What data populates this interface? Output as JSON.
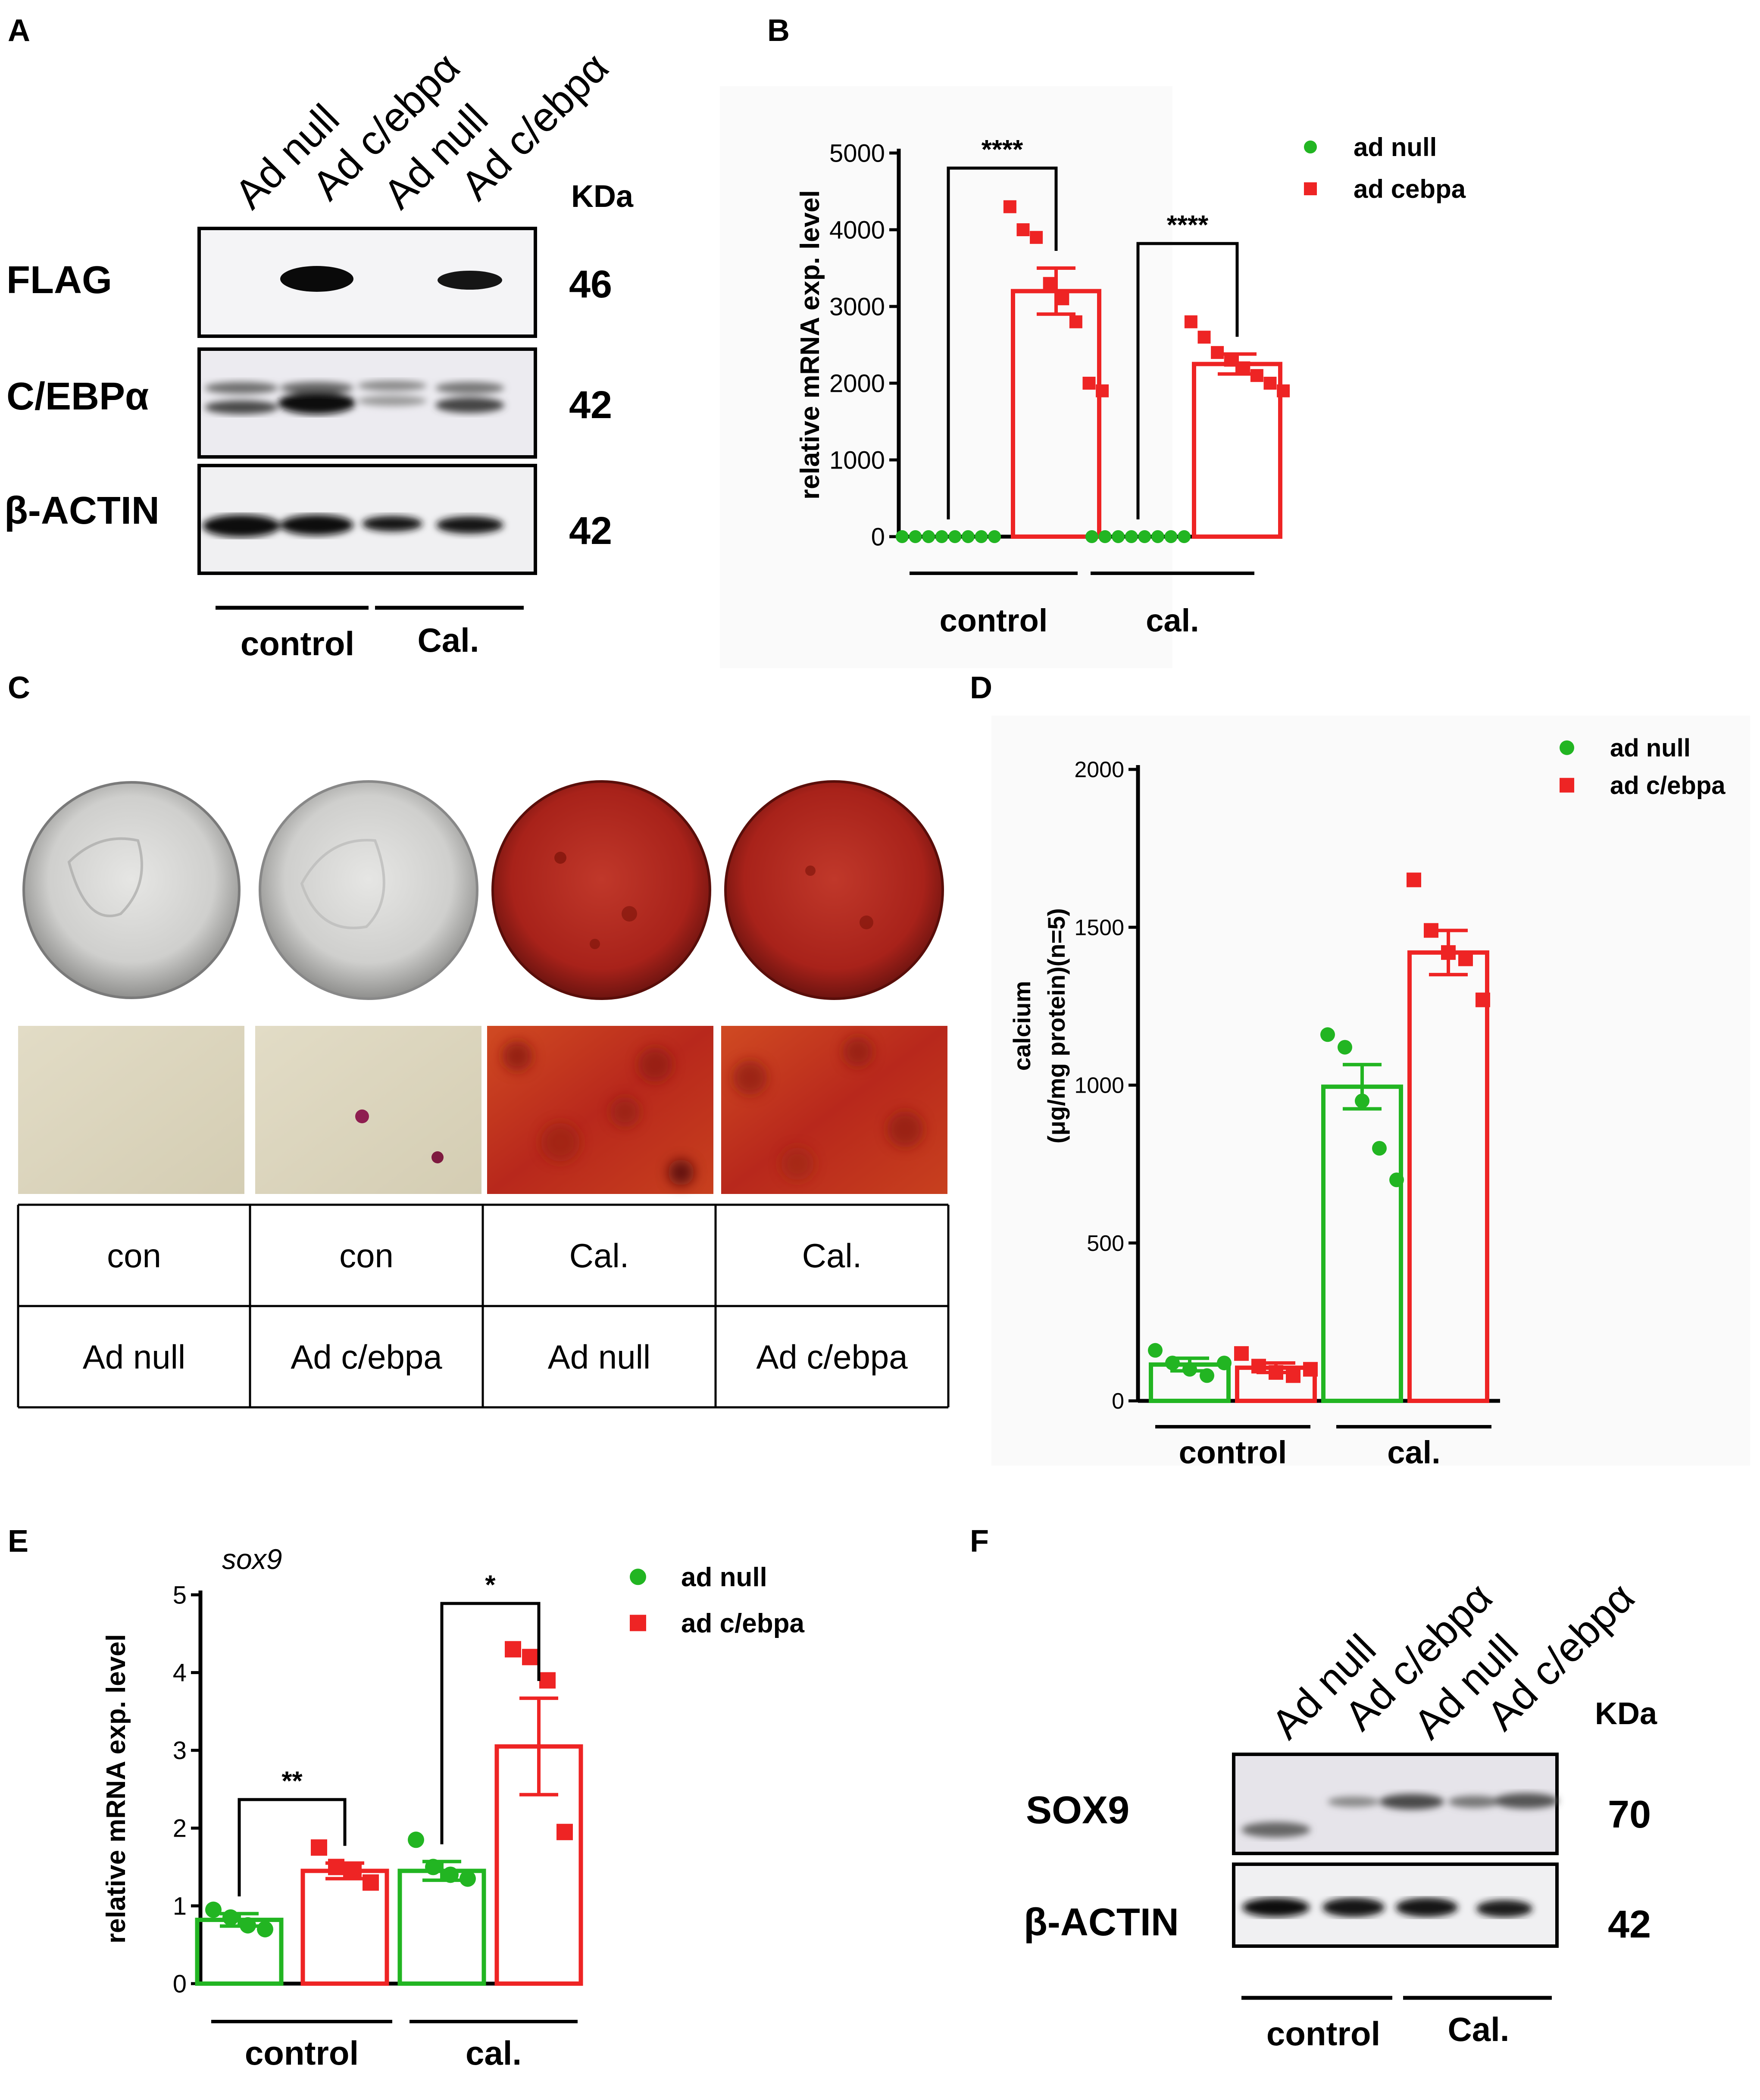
{
  "colors": {
    "null": "#22b522",
    "cebpa": "#ee2424"
  },
  "panels": {
    "A": {
      "letter": "A",
      "lanes": [
        "Ad null",
        "Ad c/ebpα",
        "Ad null",
        "Ad c/ebpα"
      ],
      "kda_label": "KDa",
      "bands": [
        {
          "name": "FLAG",
          "kda": "46"
        },
        {
          "name": "C/EBPα",
          "kda": "42"
        },
        {
          "name": "β-ACTIN",
          "kda": "42"
        }
      ],
      "groups": [
        "control",
        "Cal."
      ]
    },
    "B": {
      "letter": "B"
    },
    "C": {
      "letter": "C",
      "table_row1": [
        "con",
        "con",
        "Cal.",
        "Cal."
      ],
      "table_row2": [
        "Ad null",
        "Ad c/ebpa",
        "Ad null",
        "Ad c/ebpa"
      ]
    },
    "D": {
      "letter": "D"
    },
    "E": {
      "letter": "E"
    },
    "F": {
      "letter": "F",
      "lanes": [
        "Ad null",
        "Ad c/ebpα",
        "Ad null",
        "Ad c/ebpα"
      ],
      "kda_label": "KDa",
      "bands": [
        {
          "name": "SOX9",
          "kda": "70"
        },
        {
          "name": "β-ACTIN",
          "kda": "42"
        }
      ],
      "groups": [
        "control",
        "Cal."
      ]
    }
  },
  "chart_data": [
    {
      "panel": "B",
      "type": "bar",
      "title": "",
      "ylabel": "relative mRNA exp. level",
      "ylim": [
        0,
        5000
      ],
      "yticks": [
        0,
        1000,
        2000,
        3000,
        4000,
        5000
      ],
      "categories": [
        "control",
        "cal."
      ],
      "series": [
        {
          "name": "ad null",
          "values": [
            0,
            0
          ],
          "sem": [
            0,
            0
          ],
          "points": [
            [
              0,
              0,
              0,
              0,
              0,
              0,
              0,
              0
            ],
            [
              0,
              0,
              0,
              0,
              0,
              0,
              0,
              0
            ]
          ]
        },
        {
          "name": "ad cebpa",
          "values": [
            3200,
            2250
          ],
          "sem": [
            300,
            130
          ],
          "points": [
            [
              4300,
              4000,
              3900,
              3300,
              3100,
              2800,
              2000,
              1900
            ],
            [
              2800,
              2600,
              2400,
              2300,
              2200,
              2100,
              2000,
              1900
            ]
          ]
        }
      ],
      "significance": [
        "****",
        "****"
      ]
    },
    {
      "panel": "D",
      "type": "bar",
      "title": "",
      "ylabel": "calcium",
      "ylabel2": "(μg/mg protein)(n=5)",
      "ylim": [
        0,
        2000
      ],
      "yticks": [
        0,
        500,
        1000,
        1500,
        2000
      ],
      "categories": [
        "control",
        "cal."
      ],
      "series": [
        {
          "name": "ad null",
          "values": [
            115,
            995
          ],
          "sem": [
            20,
            70
          ],
          "points": [
            [
              160,
              120,
              100,
              80,
              120
            ],
            [
              1160,
              1120,
              950,
              800,
              700
            ]
          ]
        },
        {
          "name": "ad c/ebpa",
          "values": [
            105,
            1420
          ],
          "sem": [
            15,
            70
          ],
          "points": [
            [
              150,
              110,
              90,
              80,
              100
            ],
            [
              1650,
              1490,
              1420,
              1400,
              1270
            ]
          ]
        }
      ],
      "significance": [
        "***"
      ]
    },
    {
      "panel": "E",
      "type": "bar",
      "title": "sox9",
      "ylabel": "relative mRNA exp. level",
      "ylim": [
        0,
        5
      ],
      "yticks": [
        0,
        1,
        2,
        3,
        4,
        5
      ],
      "categories": [
        "control",
        "cal."
      ],
      "series": [
        {
          "name": "ad null",
          "values": [
            0.82,
            1.45
          ],
          "sem": [
            0.08,
            0.12
          ],
          "points": [
            [
              0.95,
              0.85,
              0.75,
              0.7
            ],
            [
              1.85,
              1.5,
              1.4,
              1.35
            ]
          ]
        },
        {
          "name": "ad c/ebpa",
          "values": [
            1.45,
            3.05
          ],
          "sem": [
            0.1,
            0.62
          ],
          "points": [
            [
              1.75,
              1.5,
              1.45,
              1.3
            ],
            [
              4.3,
              4.2,
              3.9,
              1.95
            ]
          ]
        }
      ],
      "significance": [
        "**",
        "*"
      ]
    }
  ]
}
